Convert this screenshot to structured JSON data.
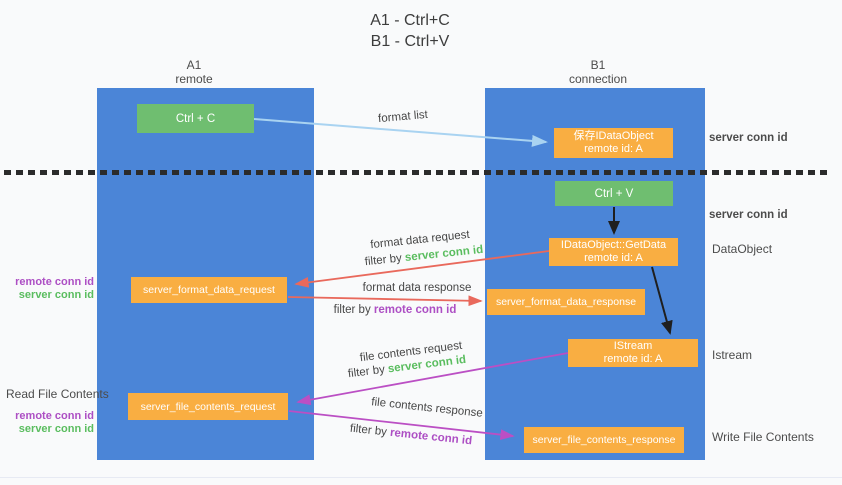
{
  "title": {
    "line1": "A1 - Ctrl+C",
    "line2": "B1 - Ctrl+V"
  },
  "machines": {
    "a1": {
      "name": "A1",
      "role": "remote"
    },
    "b1": {
      "name": "B1",
      "role": "connection"
    }
  },
  "boxes": {
    "ctrl_c": {
      "label": "Ctrl + C"
    },
    "save_dataobject": {
      "title": "保存IDataObject",
      "subtitle": "remote id: A"
    },
    "ctrl_v": {
      "label": "Ctrl + V"
    },
    "getdata": {
      "title": "IDataObject::GetData",
      "subtitle": "remote id: A"
    },
    "server_format_data_request": {
      "label": "server_format_data_request"
    },
    "server_format_data_response": {
      "label": "server_format_data_response"
    },
    "istream": {
      "title": "IStream",
      "subtitle": "remote id: A"
    },
    "server_file_contents_request": {
      "label": "server_file_contents_request"
    },
    "server_file_contents_response": {
      "label": "server_file_contents_response"
    }
  },
  "flow_labels": {
    "format_list": "format list",
    "format_data_request": "format data request",
    "format_data_request_filter": "filter by",
    "format_data_request_filter_key": "server conn id",
    "format_data_response": "format data response",
    "format_data_response_filter": "filter by",
    "format_data_response_filter_key": "remote conn id",
    "file_contents_request": "file contents request",
    "file_contents_request_filter": "filter by",
    "file_contents_request_filter_key": "server conn id",
    "file_contents_response": "file contents response",
    "file_contents_response_filter": "filter by",
    "file_contents_response_filter_key": "remote conn id"
  },
  "annotations": {
    "server_conn_id_top": "server conn id",
    "server_conn_id_mid": "server conn id",
    "dataobject": "DataObject",
    "istream": "Istream",
    "write_file_contents": "Write File Contents",
    "read_file_contents": "Read File Contents",
    "format_req_remote_conn_id": "remote conn id",
    "format_req_server_conn_id": "server conn id",
    "file_req_remote_conn_id": "remote conn id",
    "file_req_server_conn_id": "server conn id"
  },
  "colors": {
    "column_blue": "#4b85d7",
    "action_green": "#6fbe70",
    "message_orange": "#f9ae42",
    "green_text": "#5abd5f",
    "purple_text": "#ad4fc4",
    "red_arrow": "#e9695c",
    "magenta_arrow": "#bb4fc4",
    "light_blue_arrow": "#a9d3f1",
    "black_arrow": "#1f1f1f"
  }
}
